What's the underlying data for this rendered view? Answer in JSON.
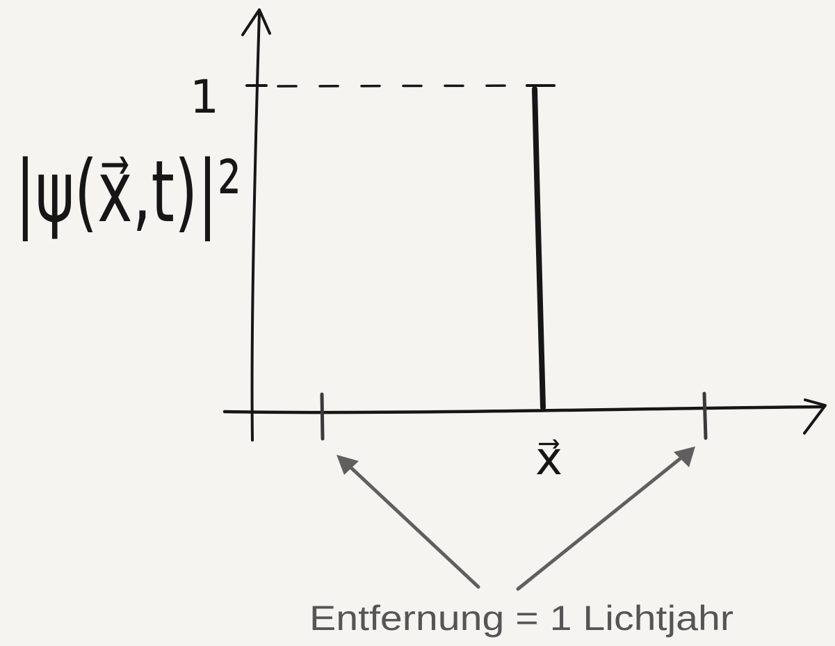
{
  "diagram": {
    "y_axis_label": "|ψ(x⃗,t)|²",
    "y_tick_label": "1",
    "x_marker_label": "x⃗",
    "caption": "Entfernung = 1 Lichtjahr"
  },
  "chart_data": {
    "type": "line",
    "ylim": [
      0,
      1
    ],
    "peak_value": 1,
    "ylabel": "|ψ(x⃗,t)|²",
    "xlabel": "x⃗",
    "annotations": [
      "Entfernung = 1 Lichtjahr"
    ]
  },
  "colors": {
    "background": "#f5f4f0",
    "ink": "#161616",
    "pointer": "#5f5f5f"
  }
}
